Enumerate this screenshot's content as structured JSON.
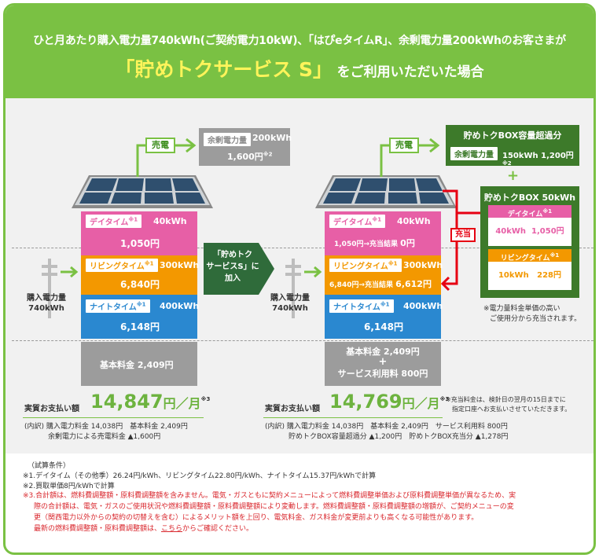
{
  "header": {
    "line1": "ひと月あたり購入電力量740kWh(ご契約電力10kW)、「はぴeタイムR」、余剰電力量200kWhのお客さまが",
    "service_name": "「貯めトクサービス S」",
    "line2_tail": "をご利用いただいた場合"
  },
  "left": {
    "sell_tag": "売電",
    "surplus": {
      "label": "余剰電力量",
      "kwh": "200kWh",
      "yen": "1,600円",
      "mark": "※2"
    },
    "purchase_label_1": "購入電力量",
    "purchase_label_2": "740kWh",
    "day": {
      "label": "デイタイム",
      "mark": "※1",
      "kwh": "40kWh",
      "yen": "1,050円"
    },
    "living": {
      "label": "リビングタイム",
      "mark": "※1",
      "kwh": "300kWh",
      "yen": "6,840円"
    },
    "night": {
      "label": "ナイトタイム",
      "mark": "※1",
      "kwh": "400kWh",
      "yen": "6,148円"
    },
    "basic": "基本料金 2,409円",
    "total_label": "実質お支払い額",
    "total_mark": "※3",
    "total_value": "14,847",
    "total_unit": "円／月",
    "breakdown_1": "(内訳) 購入電力料金 14,038円　基本料金 2,409円",
    "breakdown_2": "余剰電力による売電料金 ▲1,600円"
  },
  "join_label": [
    "「貯めトク",
    "サービスS」に",
    "加入"
  ],
  "right": {
    "sell_tag": "売電",
    "box_over": {
      "title": "貯めトクBOX容量超過分",
      "label": "余剰電力量",
      "kwh": "150kWh",
      "yen": "1,200円",
      "mark": "※2"
    },
    "plus": "+",
    "box50": {
      "title": "貯めトクBOX 50kWh",
      "day_label": "デイタイム",
      "day_mark": "※1",
      "day_kwh": "40kWh",
      "day_yen": "1,050円",
      "living_label": "リビングタイム",
      "living_mark": "※1",
      "living_kwh": "10kWh",
      "living_yen": "228円"
    },
    "charge_tag": "充当",
    "charge_note_1": "※電力量料金単価の高い",
    "charge_note_2": "ご使用分から充当されます。",
    "purchase_label_1": "購入電力量",
    "purchase_label_2": "740kWh",
    "day": {
      "label": "デイタイム",
      "mark": "※1",
      "kwh": "40kWh",
      "yen_before": "1,050円",
      "arrow": "→",
      "result_label": "充当結果",
      "yen_after": "0円"
    },
    "living": {
      "label": "リビングタイム",
      "mark": "※1",
      "kwh": "300kWh",
      "yen_before": "6,840円",
      "arrow": "→",
      "result_label": "充当結果",
      "yen_after": "6,612円"
    },
    "night": {
      "label": "ナイトタイム",
      "mark": "※1",
      "kwh": "400kWh",
      "yen": "6,148円"
    },
    "basic": "基本料金 2,409円",
    "basic_plus": "+",
    "service_fee": "サービス利用料 800円",
    "total_label": "実質お支払い額",
    "total_mark": "※3",
    "total_value": "14,769",
    "total_unit": "円／月",
    "side_note_1": "※充当料金は、検針日の翌月の15日までに",
    "side_note_2": "指定口座へお支払いさせていただきます。",
    "breakdown_1": "(内訳) 購入電力料金 14,038円　基本料金 2,409円　サービス利用料 800円",
    "breakdown_2": "貯めトクBOX容量超過分 ▲1,200円　貯めトクBOX充当分 ▲1,278円"
  },
  "conditions": {
    "title": "（試算条件）",
    "note1": "※1.デイタイム（その他季）26.24円/kWh、リビングタイム22.80円/kWh、ナイトタイム15.37円/kWhで計算",
    "note2": "※2.買取単価8円/kWhで計算",
    "note3_1": "※3.合計額は、燃料費調整額・原料費調整額を含みません。電気・ガスともに契約メニューによって燃料費調整単価および原料費調整単価が異なるため、実",
    "note3_2": "際の合計額は、電気・ガスのご使用状況や燃料費調整額・原料費調整額により変動します。燃料費調整額・原料費調整額の増額が、ご契約メニューの変",
    "note3_3": "更（関西電力以外からの契約の切替えを含む）によるメリット額を上回り、電気料金、ガス料金が変更前よりも高くなる可能性があります。",
    "note3_4_pre": "最新の燃料費調整額・原料費調整額は、",
    "note3_4_link": "こちら",
    "note3_4_post": "からご確認ください。"
  },
  "colors": {
    "green": "#7ac143",
    "yellow": "#fff45a",
    "pink": "#e75fa6",
    "orange": "#f39800",
    "blue": "#2a88d0",
    "grey": "#9c9c9c",
    "red": "#e60012",
    "panel_dark": "#2f6b3a"
  }
}
